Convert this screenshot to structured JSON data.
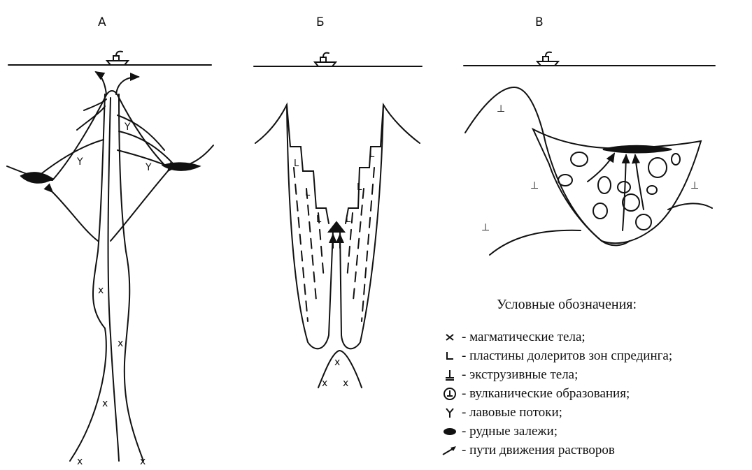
{
  "panels": {
    "a": {
      "label": "А"
    },
    "b": {
      "label": "Б"
    },
    "v": {
      "label": "В"
    }
  },
  "legend": {
    "title": "Условные  обозначения:",
    "items": [
      {
        "symbol": "x-icon",
        "text": "- магматические тела;"
      },
      {
        "symbol": "l-plate-icon",
        "text": "- пластины долеритов зон спрединга;"
      },
      {
        "symbol": "extrusive-icon",
        "text": "- экструзивные тела;"
      },
      {
        "symbol": "volcanic-icon",
        "text": "- вулканические образования;"
      },
      {
        "symbol": "y-icon",
        "text": "- лавовые потоки;"
      },
      {
        "symbol": "ore-icon",
        "text": "- рудные залежи;"
      },
      {
        "symbol": "arrow-icon",
        "text": "- пути движения растворов"
      }
    ]
  }
}
